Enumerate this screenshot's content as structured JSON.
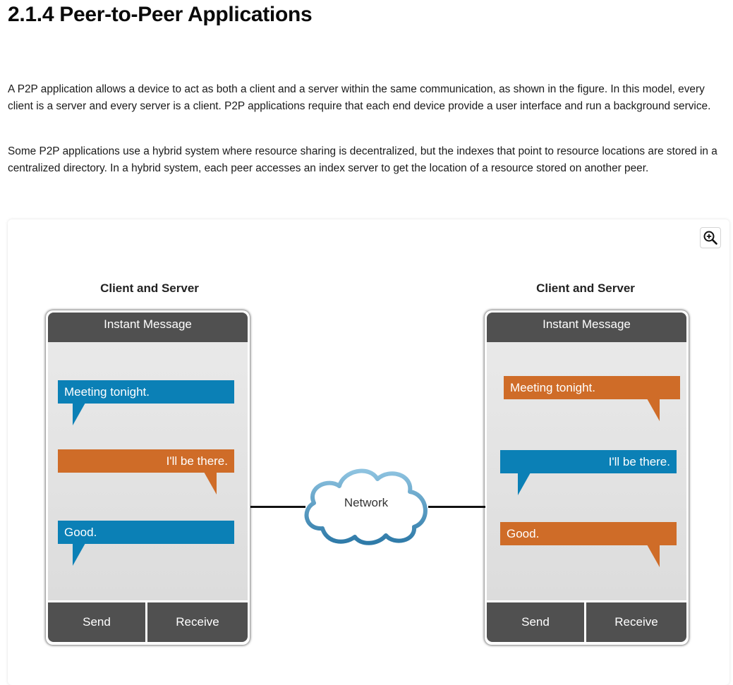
{
  "page": {
    "title": "2.1.4 Peer-to-Peer Applications",
    "paragraphs": [
      "A P2P application allows a device to act as both a client and a server within the same communication, as shown in the figure. In this model, every client is a server and every server is a client. P2P applications require that each end device provide a user interface and run a background service.",
      "Some P2P applications use a hybrid system where resource sharing is decentralized, but the indexes that point to resource locations are stored in a centralized directory. In a hybrid system, each peer accesses an index server to get the location of a resource stored on another peer."
    ]
  },
  "figure": {
    "zoom_icon": "zoom-in-icon",
    "network_label": "Network",
    "colors": {
      "blue": "#0b80b6",
      "orange": "#cf6c28",
      "device_dark": "#505050"
    },
    "devices": [
      {
        "label": "Client and Server",
        "header": "Instant Message",
        "messages": [
          {
            "text": "Meeting tonight.",
            "color": "blue"
          },
          {
            "text": "I'll be there.",
            "color": "orange"
          },
          {
            "text": "Good.",
            "color": "blue"
          }
        ],
        "send_label": "Send",
        "receive_label": "Receive"
      },
      {
        "label": "Client and Server",
        "header": "Instant Message",
        "messages": [
          {
            "text": "Meeting tonight.",
            "color": "orange"
          },
          {
            "text": "I'll be there.",
            "color": "blue"
          },
          {
            "text": "Good.",
            "color": "orange"
          }
        ],
        "send_label": "Send",
        "receive_label": "Receive"
      }
    ]
  }
}
